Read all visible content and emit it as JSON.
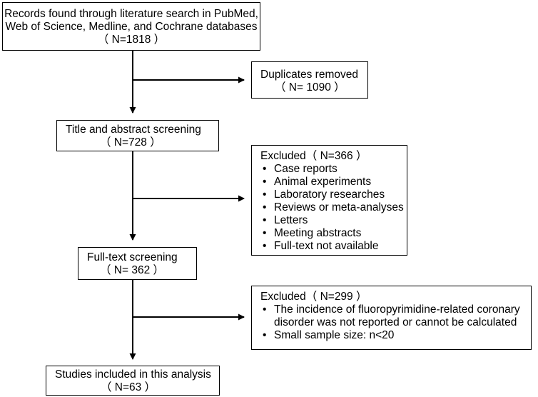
{
  "records": {
    "lines": [
      "Records found through literature search in PubMed,",
      "Web of Science, Medline, and Cochrane databases"
    ],
    "count": "（ N=1818 ）"
  },
  "duplicates": {
    "label": "Duplicates removed",
    "count": "（ N= 1090 ）"
  },
  "title_screening": {
    "label": "Title and abstract screening",
    "count": "（ N=728 ）"
  },
  "excluded_1": {
    "heading": "Excluded（ N=366 ）",
    "items": [
      "Case reports",
      "Animal experiments",
      "Laboratory researches",
      "Reviews or meta-analyses",
      "Letters",
      "Meeting abstracts",
      "Full-text not available"
    ]
  },
  "fulltext_screening": {
    "label": "Full-text screening",
    "count": "（ N= 362 ）"
  },
  "excluded_2": {
    "heading": "Excluded（ N=299 ）",
    "items": [
      "The incidence of fluoropyrimidine-related coronary",
      "disorder was not reported or cannot be calculated",
      "Small sample size:  n<20"
    ]
  },
  "included": {
    "label": "Studies included in this analysis",
    "count": "（ N=63 ）"
  },
  "bullet_glyph": "•"
}
